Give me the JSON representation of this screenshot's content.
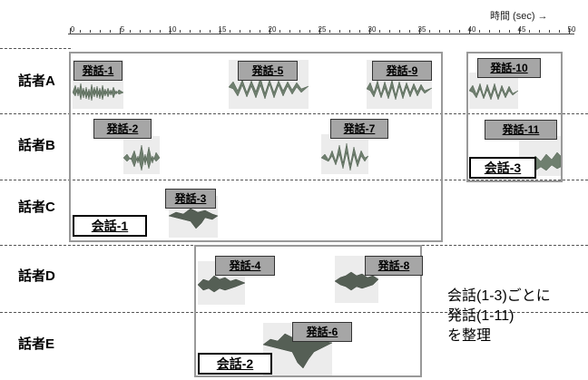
{
  "axis": {
    "title": "時間 (sec) →",
    "ticks": [
      "0",
      "5",
      "10",
      "15",
      "20",
      "25",
      "30",
      "35",
      "40",
      "45",
      "50"
    ]
  },
  "speakers": [
    "話者A",
    "話者B",
    "話者C",
    "話者D",
    "話者E"
  ],
  "utterances": [
    "発話-1",
    "発話-2",
    "発話-3",
    "発話-4",
    "発話-5",
    "発話-6",
    "発話-7",
    "発話-8",
    "発話-9",
    "発話-10",
    "発話-11"
  ],
  "conversations": [
    "会話-1",
    "会話-2",
    "会話-3"
  ],
  "note": [
    "会話(1-3)ごとに",
    "発話(1-11)",
    "を整理"
  ]
}
